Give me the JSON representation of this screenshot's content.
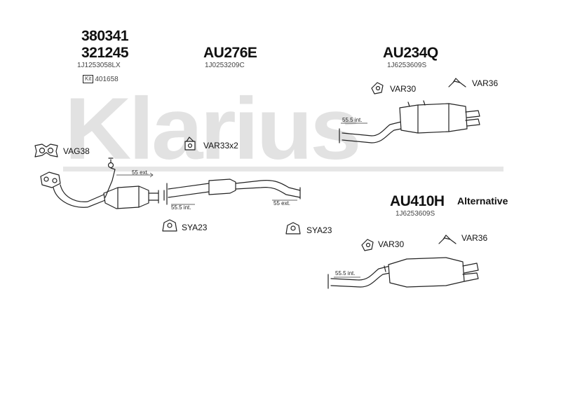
{
  "watermark": "Klarius",
  "groups": {
    "front_pipe": {
      "codes": [
        "380341",
        "321245"
      ],
      "oem": "1J1253058LX",
      "kit_icon_text": "Kit",
      "kit_number": "401658"
    },
    "middle_section": {
      "code": "AU276E",
      "oem": "1J0253209C"
    },
    "rear_main": {
      "code": "AU234Q",
      "oem": "1J6253609S"
    },
    "rear_alternative": {
      "code": "AU410H",
      "oem": "1J6253609S",
      "note": "Alternative"
    }
  },
  "parts": {
    "vag38": "VAG38",
    "var33x2": "VAR33x2",
    "sya23_left": "SYA23",
    "sya23_right": "SYA23",
    "var30_top": "VAR30",
    "var36_top": "VAR36",
    "var30_bottom": "VAR30",
    "var36_bottom": "VAR36"
  },
  "dimensions": {
    "front_ext": "55 ext.",
    "middle_int": "55.5 int.",
    "middle_ext": "55 ext.",
    "rear_int_top": "55.5 int.",
    "rear_int_bottom": "55.5 int."
  }
}
